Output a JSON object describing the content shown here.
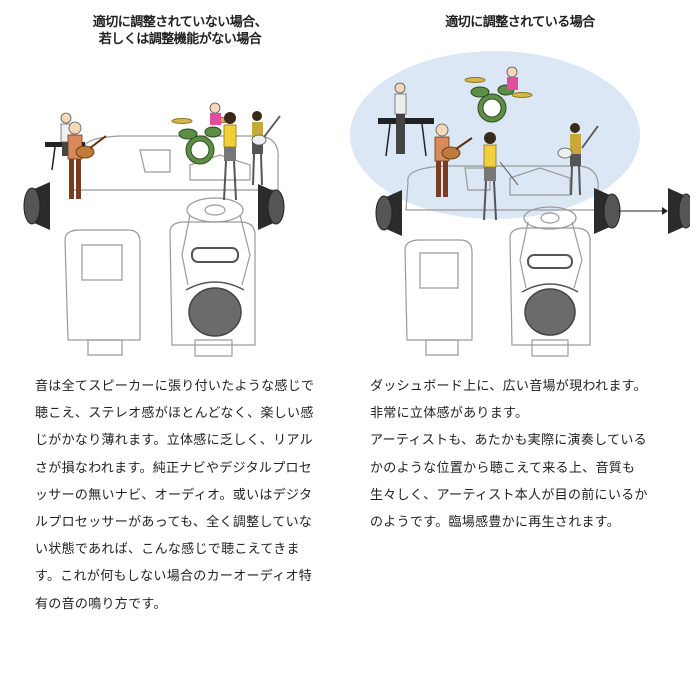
{
  "left": {
    "title_lines": [
      "適切に調整されていない場合、",
      "若しくは調整機能がない場合"
    ],
    "description": "音は全てスピーカーに張り付いたような感じで聴こえ、ステレオ感がほとんどなく、楽しい感じがかなり薄れます。立体感に乏しく、リアルさが損なわれます。純正ナビやデジタルプロセッサーの無いナビ、オーディオ。或いはデジタルプロセッサーがあっても、全く調整していない状態であれば、こんな感じで聴こえてきます。これが何もしない場合のカーオーディオ特有の音の鳴り方です。"
  },
  "right": {
    "title_lines": [
      "適切に調整されている場合"
    ],
    "paragraphs": [
      "ダッシュボード上に、広い音場が現われます。非常に立体感があります。",
      "アーティストも、あたかも実際に演奏しているかのような位置から聴こえて来る上、音質も生々しく、アーティスト本人が目の前にいるかのようです。臨場感豊かに再生されます。"
    ]
  },
  "colors": {
    "soundstage": "#dce7f6",
    "car_outline": "#9a9a9a",
    "driver_head": "#6b6b6b",
    "drum_green": "#5e8d45",
    "guitar_body": "#c07a3a"
  }
}
